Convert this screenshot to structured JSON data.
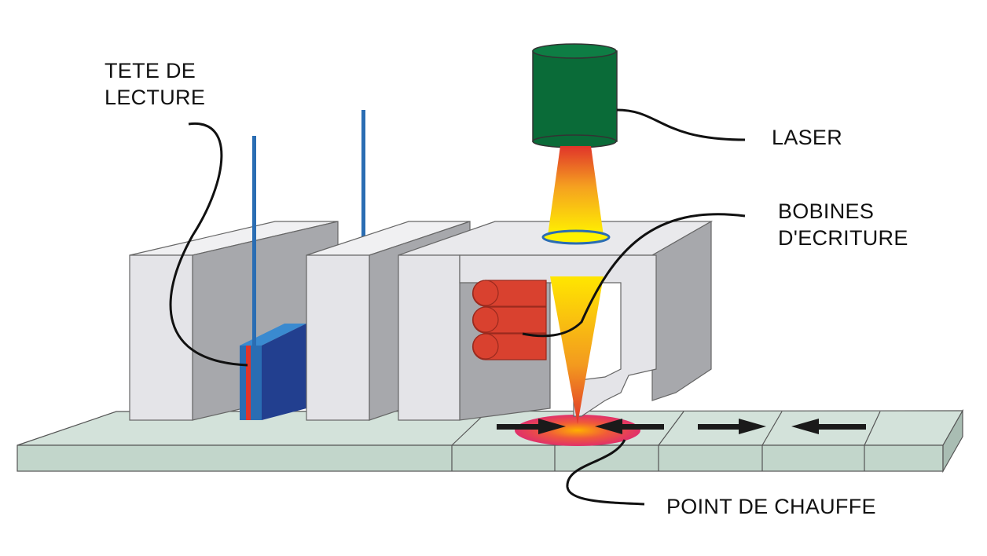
{
  "labels": {
    "read_head": [
      "TETE DE",
      "LECTURE"
    ],
    "laser": "LASER",
    "write_coils": [
      "BOBINES",
      "D'ECRITURE"
    ],
    "heating_point": "POINT DE CHAUFFE"
  },
  "colors": {
    "laser_body": "#0a6b38",
    "block_front": "#e4e4e8",
    "block_side": "#a7a8ac",
    "track": "#c9dcd2",
    "rod": "#2a6db3",
    "read_head": "#223f8f",
    "coil": "#d9412f",
    "arrow": "#1a1a1a"
  }
}
